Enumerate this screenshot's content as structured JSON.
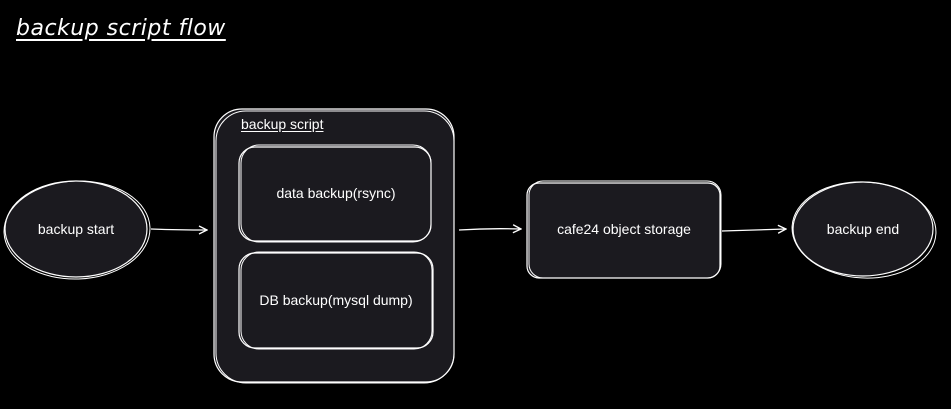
{
  "diagram": {
    "title": "backup script flow",
    "nodes": {
      "start": "backup start",
      "group": "backup script",
      "data_backup": "data backup(rsync)",
      "db_backup": "DB backup(mysql dump)",
      "storage": "cafe24 object storage",
      "end": "backup end"
    },
    "edges": [
      {
        "from": "backup start",
        "to": "backup script"
      },
      {
        "from": "backup script",
        "to": "cafe24 object storage"
      },
      {
        "from": "cafe24 object storage",
        "to": "backup end"
      }
    ]
  },
  "colors": {
    "background": "#000000",
    "node_fill": "#1b1a1f",
    "stroke": "#ffffff",
    "text": "#ffffff"
  }
}
